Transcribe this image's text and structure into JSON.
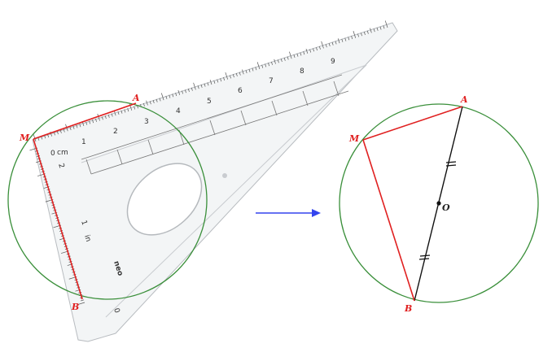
{
  "left_figure": {
    "points": {
      "M": "M",
      "A": "A",
      "B": "B"
    },
    "ruler_long_numbers": [
      "0",
      "1",
      "2",
      "3",
      "4",
      "5",
      "6",
      "7",
      "8",
      "9"
    ],
    "ruler_long_unit": "cm",
    "ruler_short_numbers": [
      "2",
      "1",
      "0"
    ],
    "ruler_short_unit": "in",
    "brand": "neo"
  },
  "right_figure": {
    "points": {
      "M": "M",
      "A": "A",
      "B": "B",
      "O": "O"
    }
  },
  "colors": {
    "circle": "#3a8f3a",
    "chord": "#e02020",
    "diameter": "#111111",
    "arrow": "#3344ee"
  }
}
